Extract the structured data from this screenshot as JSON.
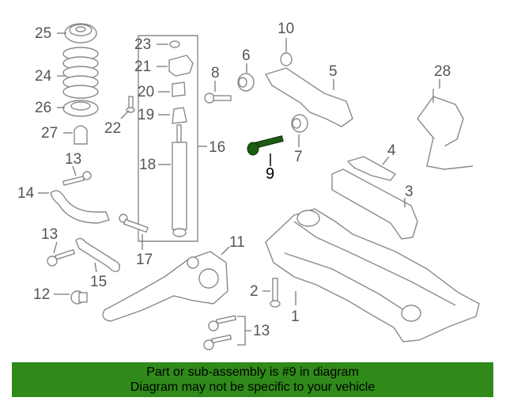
{
  "callouts": {
    "c25": "25",
    "c24": "24",
    "c26": "26",
    "c27": "27",
    "c23": "23",
    "c21": "21",
    "c20": "20",
    "c19": "19",
    "c22": "22",
    "c18": "18",
    "c16": "16",
    "c8": "8",
    "c6": "6",
    "c10": "10",
    "c5": "5",
    "c7": "7",
    "c9": "9",
    "c28": "28",
    "c4": "4",
    "c3": "3",
    "c13a": "13",
    "c14": "14",
    "c13b": "13",
    "c17": "17",
    "c15": "15",
    "c11": "11",
    "c12": "12",
    "c2": "2",
    "c1": "1",
    "c13c": "13"
  },
  "highlight_part": "9",
  "colors": {
    "banner": "#2f8a19",
    "highlight": "#1d5c12",
    "line": "#8a8a8a"
  },
  "banner": {
    "line1": "Part or sub-assembly is #9 in diagram",
    "line2": "Diagram may not be specific to your vehicle"
  }
}
